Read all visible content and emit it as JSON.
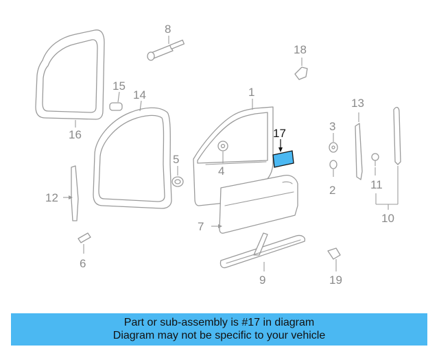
{
  "callouts": {
    "c1": "1",
    "c2": "2",
    "c3": "3",
    "c4": "4",
    "c5": "5",
    "c6": "6",
    "c7": "7",
    "c8": "8",
    "c9": "9",
    "c10": "10",
    "c11": "11",
    "c12": "12",
    "c13": "13",
    "c14": "14",
    "c15": "15",
    "c16": "16",
    "c17": "17",
    "c18": "18",
    "c19": "19"
  },
  "highlight": {
    "part_number": "17",
    "color": "#4bb8f2"
  },
  "banner": {
    "line1": "Part or sub-assembly is #17 in diagram",
    "line2": "Diagram may not be specific to your vehicle",
    "color": "#4bb8f2"
  }
}
